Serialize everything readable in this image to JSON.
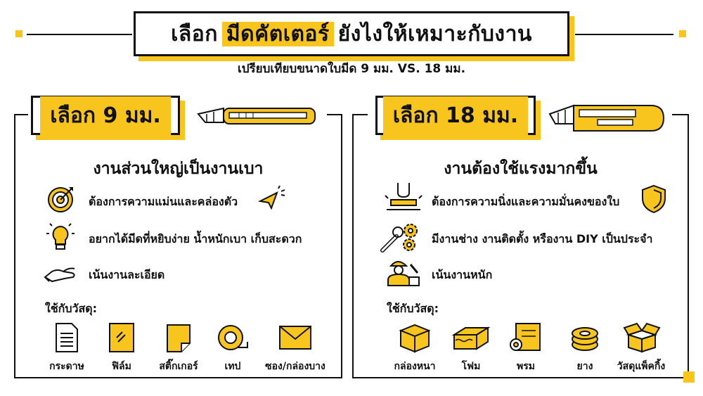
{
  "header": {
    "title_pre": "เลือก",
    "title_highlight": "มีดคัตเตอร์",
    "title_post": "ยังไงให้เหมาะกับงาน",
    "subtitle": "เปรียบเทียบขนาดใบมีด 9 มม. VS. 18 มม."
  },
  "left": {
    "badge": "เลือก 9 มม.",
    "heading": "งานส่วนใหญ่เป็นงานเบา",
    "items": [
      {
        "text": "ต้องการความแม่นและคล่องตัว",
        "icon": "target-icon"
      },
      {
        "text": "อยากได้มีดที่หยิบง่าย น้ำหนักเบา เก็บสะดวก",
        "icon": "lightbulb-icon"
      },
      {
        "text": "เน้นงานละเอียด",
        "icon": "hand-icon"
      }
    ],
    "materials_title": "ใช้กับวัสดุ:",
    "materials": [
      "กระดาษ",
      "ฟิล์ม",
      "สติ๊กเกอร์",
      "เทป",
      "ซอง/กล่องบาง"
    ]
  },
  "right": {
    "badge": "เลือก 18 มม.",
    "heading": "งานต้องใช้แรงมากขึ้น",
    "items": [
      {
        "text": "ต้องการความนิ่งและความมั่นคงของใบ",
        "icon": "press-icon"
      },
      {
        "text": "มีงานช่าง งานติดตั้ง หรืองาน DIY เป็นประจำ",
        "icon": "tools-icon"
      },
      {
        "text": "เน้นงานหนัก",
        "icon": "worker-icon"
      }
    ],
    "materials_title": "ใช้กับวัสดุ:",
    "materials": [
      "กล่องหนา",
      "โฟม",
      "พรม",
      "ยาง",
      "วัสดุแพ็คกิ้ง"
    ]
  },
  "colors": {
    "accent": "#f7c51e",
    "ink": "#111111"
  }
}
